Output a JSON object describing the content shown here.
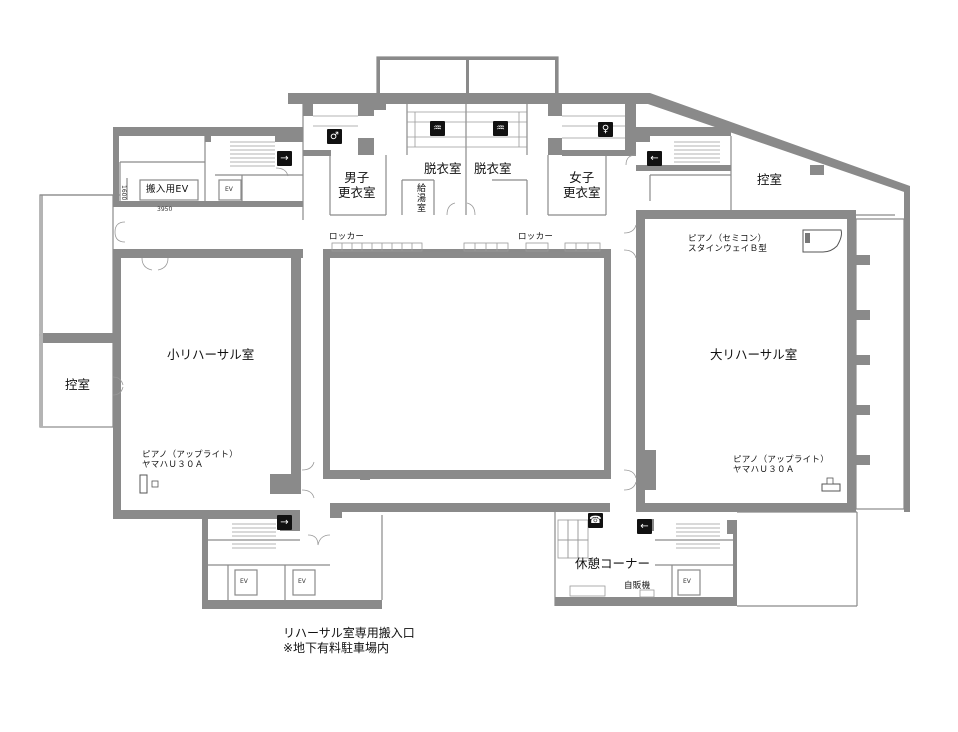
{
  "rooms": {
    "small_rehearsal": "小リハーサル室",
    "large_rehearsal": "大リハーサル室",
    "control_left": "控室",
    "control_right": "控室",
    "mens_locker": "男子\n更衣室",
    "womens_locker": "女子\n更衣室",
    "changing_left": "脱衣室",
    "changing_right": "脱衣室",
    "kitchenette": "給\n湯\n室",
    "lounge": "休憩コーナー",
    "vending": "自販機",
    "freight_ev": "搬入用EV"
  },
  "labels": {
    "lockers_left": "ロッカー",
    "lockers_right": "ロッカー",
    "piano_small": "ピアノ（アップライト）\nヤマハＵ３０Ａ",
    "piano_large_grand": "ピアノ（セミコン）\nスタインウェイＢ型",
    "piano_large_upright": "ピアノ（アップライト）\nヤマハＵ３０Ａ",
    "ev": "EV",
    "dim_width": "3950",
    "dim_height": "1600"
  },
  "footer": {
    "line1": "リハーサル室専用搬入口",
    "line2": "※地下有料駐車場内"
  },
  "icons": {
    "exit": "emergency-exit-icon",
    "toilet_m": "mens-toilet-icon",
    "toilet_w": "womens-toilet-icon",
    "shower": "shower-icon",
    "accessible": "accessible-toilet-icon",
    "phone": "phone-icon"
  }
}
